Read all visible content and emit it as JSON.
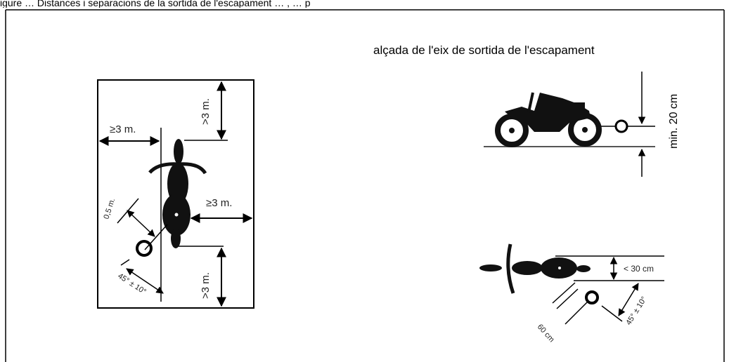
{
  "top_caption": "igure … Distances i separacions de la sortida de l'escapament … , … p",
  "exhaust_height_caption": "alçada de l'eix de sortida de l'escapament",
  "top_view_left": {
    "label_left": "≥3 m.",
    "label_top": ">3 m.",
    "label_right": "≥3 m.",
    "label_bottom": ">3 m.",
    "label_offset": "0,5 m.",
    "label_angle": "45° ± 10°"
  },
  "side_view": {
    "label_height": "min. 20 cm"
  },
  "top_view_right": {
    "label_width": "< 30 cm",
    "label_angle": "45° ± 10°",
    "label_distance": "60 cm"
  }
}
